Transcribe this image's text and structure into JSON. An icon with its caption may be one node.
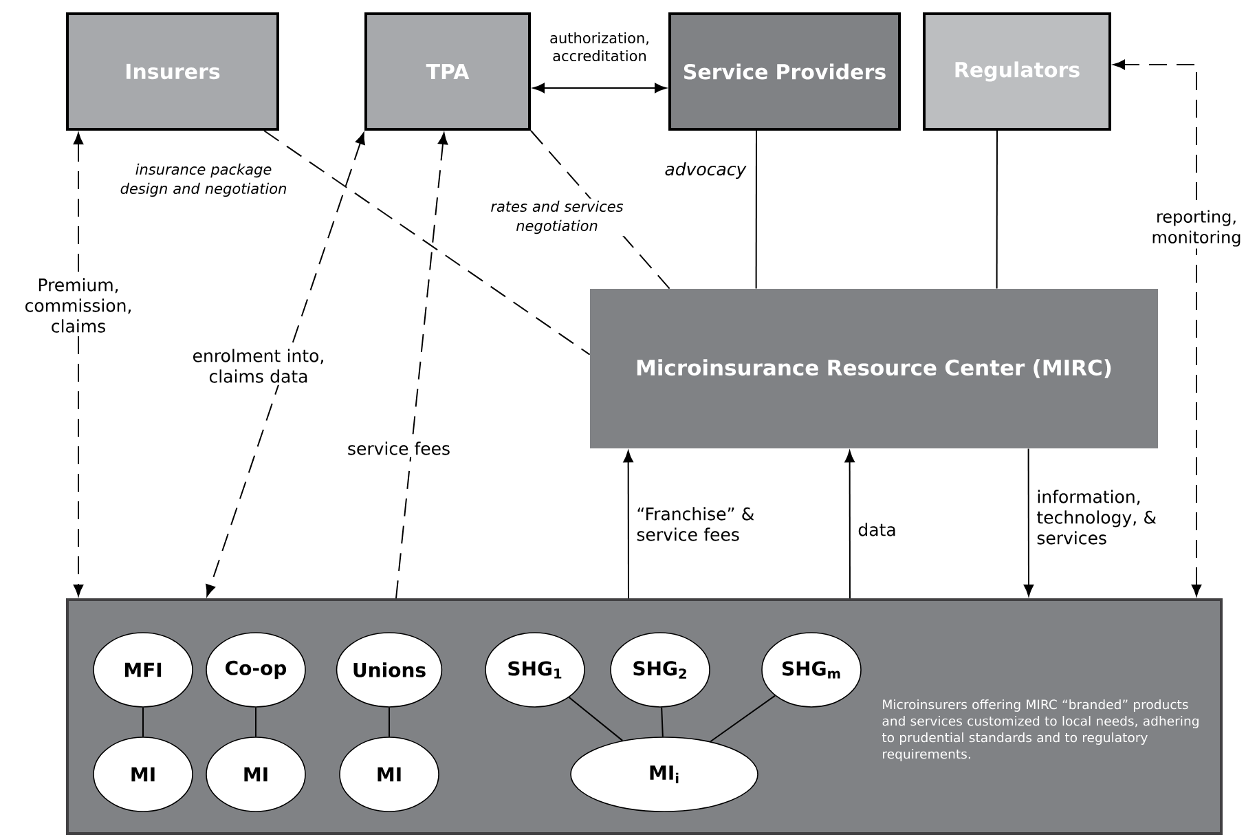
{
  "diagram": {
    "nodes": [
      {
        "text": [
          "Insurers"
        ]
      },
      {
        "text": [
          "TPA"
        ]
      },
      {
        "text": [
          "Service Providers"
        ]
      },
      {
        "text": [
          "Regulators"
        ]
      },
      {
        "text": [
          "Microinsurance Resource Center (MIRC)"
        ]
      },
      {
        "text": [
          "Microinsurers offering MIRC “branded” products and services customized to local needs, adhering to prudential standards and to regulatory requirements."
        ]
      },
      {
        "text": [
          "MFI"
        ],
        "in": 5
      },
      {
        "text": [
          "Co-op"
        ],
        "in": 5
      },
      {
        "text": [
          "Unions"
        ],
        "in": 5
      },
      {
        "text": [
          "SHG$_{1}$"
        ],
        "in": 5
      },
      {
        "text": [
          "SHG$_{2}$"
        ],
        "in": 5
      },
      {
        "text": [
          "SHG$_{m}$"
        ],
        "in": 5
      },
      {
        "text": [
          "MI"
        ],
        "in": 5
      },
      {
        "text": [
          "MI"
        ],
        "in": 5
      },
      {
        "text": [
          "MI"
        ],
        "in": 5
      },
      {
        "text": [
          "MI$_{i}$"
        ],
        "in": 5
      }
    ],
    "edges": [
      {
        "from": 0,
        "to": 5,
        "arrow": "both",
        "style": "dashed",
        "label": "Premium, commission, claims"
      },
      {
        "from": 1,
        "to": 5,
        "arrow": "both",
        "style": "dashed",
        "label": "enrolment into, claims data"
      },
      {
        "from": 5,
        "to": 1,
        "arrow": "to",
        "style": "dashed",
        "label": "service fees"
      },
      {
        "from": 0,
        "to": 4,
        "arrow": "none",
        "style": "dashed",
        "label": "*insurance package design and negotiation*"
      },
      {
        "from": 1,
        "to": 4,
        "arrow": "none",
        "style": "dashed",
        "label": "*rates and services negotiation*"
      },
      {
        "from": 1,
        "to": 2,
        "arrow": "both",
        "label": "authorization, accreditation"
      },
      {
        "from": 2,
        "to": 4,
        "arrow": "none"
      },
      {
        "from": 3,
        "to": 4,
        "arrow": "none"
      },
      {
        "from": 5,
        "to": 4,
        "arrow": "to",
        "label": "“Franchise” & service fees"
      },
      {
        "from": 5,
        "to": 4,
        "arrow": "to",
        "label": "data"
      },
      {
        "from": 4,
        "to": 5,
        "arrow": "to",
        "label": "information, technology, & services"
      },
      {
        "from": 5,
        "to": 3,
        "arrow": "both",
        "style": "dashed",
        "label": "reporting, monitoring"
      },
      {
        "from": 6,
        "to": 12,
        "arrow": "none"
      },
      {
        "from": 7,
        "to": 13,
        "arrow": "none"
      },
      {
        "from": 8,
        "to": 14,
        "arrow": "none"
      },
      {
        "from": 9,
        "to": 15,
        "arrow": "none"
      },
      {
        "from": 10,
        "to": 15,
        "arrow": "none"
      },
      {
        "from": 11,
        "to": 15,
        "arrow": "none"
      }
    ],
    "labels": [
      "*advocacy*"
    ]
  }
}
